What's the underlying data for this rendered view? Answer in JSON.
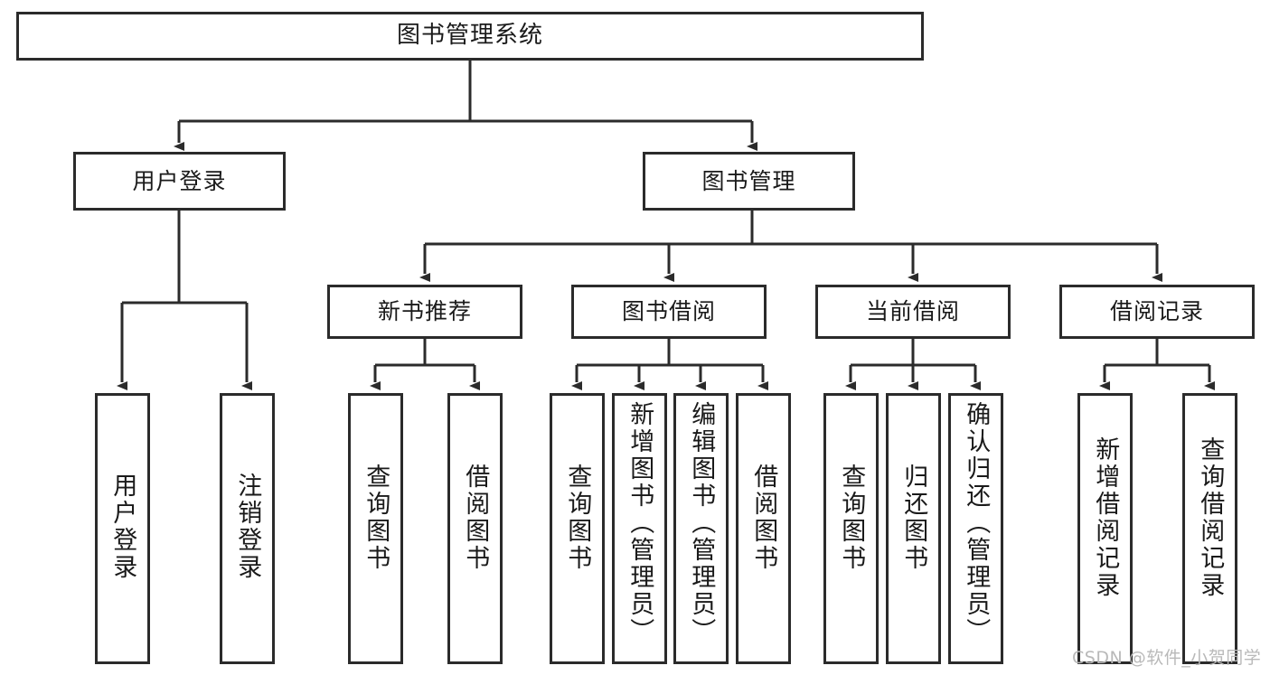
{
  "diagram": {
    "title": "图书管理系统",
    "type": "tree",
    "stroke_color": "#2b2b2b",
    "fill_color": "#ffffff",
    "text_color": "#1a1a1a"
  },
  "watermark": {
    "text": "CSDN @软件_小贺同学",
    "color": "#b9b9b9"
  },
  "nodes": {
    "root": {
      "label": "图书管理系统"
    },
    "level2": [
      {
        "label": "用户登录"
      },
      {
        "label": "图书管理"
      }
    ],
    "level3": [
      {
        "label": "新书推荐"
      },
      {
        "label": "图书借阅"
      },
      {
        "label": "当前借阅"
      },
      {
        "label": "借阅记录"
      }
    ],
    "leaves_user_login": [
      {
        "label": "用户登录"
      },
      {
        "label": "注销登录"
      }
    ],
    "leaves_new_book": [
      {
        "label": "查询图书"
      },
      {
        "label": "借阅图书"
      }
    ],
    "leaves_borrow": [
      {
        "label": "查询图书"
      },
      {
        "label": "新增图书（管理员）"
      },
      {
        "label": "编辑图书（管理员）"
      },
      {
        "label": "借阅图书"
      }
    ],
    "leaves_current": [
      {
        "label": "查询图书"
      },
      {
        "label": "归还图书"
      },
      {
        "label": "确认归还（管理员）"
      }
    ],
    "leaves_records": [
      {
        "label": "新增借阅记录"
      },
      {
        "label": "查询借阅记录"
      }
    ]
  },
  "chart_data": {
    "type": "table",
    "title": "图书管理系统 功能结构图",
    "tree": {
      "name": "图书管理系统",
      "children": [
        {
          "name": "用户登录",
          "children": [
            {
              "name": "用户登录"
            },
            {
              "name": "注销登录"
            }
          ]
        },
        {
          "name": "图书管理",
          "children": [
            {
              "name": "新书推荐",
              "children": [
                {
                  "name": "查询图书"
                },
                {
                  "name": "借阅图书"
                }
              ]
            },
            {
              "name": "图书借阅",
              "children": [
                {
                  "name": "查询图书"
                },
                {
                  "name": "新增图书（管理员）"
                },
                {
                  "name": "编辑图书（管理员）"
                },
                {
                  "name": "借阅图书"
                }
              ]
            },
            {
              "name": "当前借阅",
              "children": [
                {
                  "name": "查询图书"
                },
                {
                  "name": "归还图书"
                },
                {
                  "name": "确认归还（管理员）"
                }
              ]
            },
            {
              "name": "借阅记录",
              "children": [
                {
                  "name": "新增借阅记录"
                },
                {
                  "name": "查询借阅记录"
                }
              ]
            }
          ]
        }
      ]
    }
  }
}
